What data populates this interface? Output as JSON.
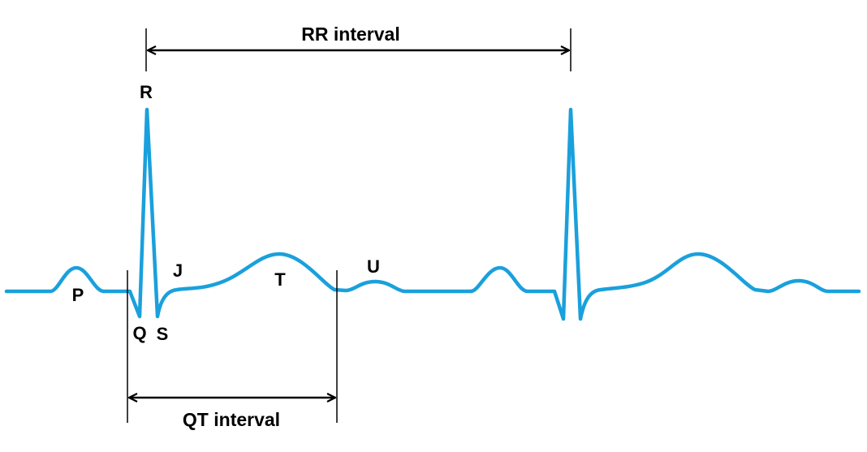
{
  "colors": {
    "waveform": "#1aa0dc",
    "ink": "#000000",
    "background": "#ffffff"
  },
  "labels": {
    "rr_interval": "RR interval",
    "qt_interval": "QT interval",
    "p": "P",
    "q": "Q",
    "r": "R",
    "s": "S",
    "j": "J",
    "t": "T",
    "u": "U"
  }
}
